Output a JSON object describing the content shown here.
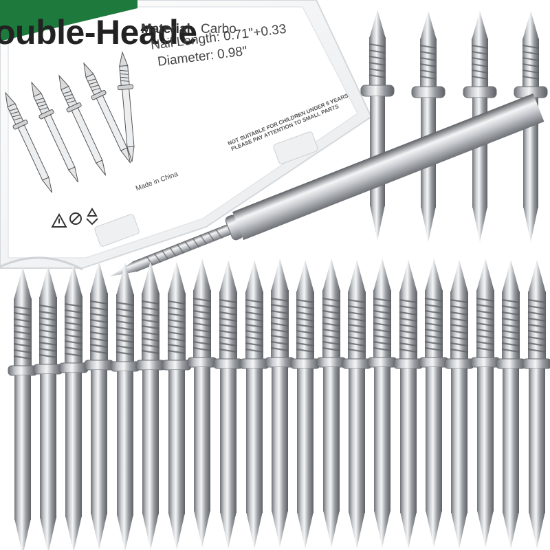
{
  "package": {
    "title": "ouble-Heade",
    "material_label": "Material",
    "material_value": "Carbo",
    "nail_length": "Nail Length: 0.71\"+0.33",
    "diameter": "Diameter: 0.98\"",
    "warning_line1": "NOT SUITABLE FOR CHILDREN UNDER 5 YEARS",
    "warning_line2": "PLEASE PAY ATTENTION TO SMALL PARTS",
    "made_in": "Made in China",
    "header_color": "#1e7a3c"
  },
  "colors": {
    "steel_dark": "#6e7175",
    "steel_mid": "#b9bcc0",
    "steel_light": "#f2f3f4",
    "box_plastic": "#f4f5f6"
  },
  "icons": [
    "warning-triangle-icon",
    "no-children-icon",
    "recycle-icon"
  ]
}
